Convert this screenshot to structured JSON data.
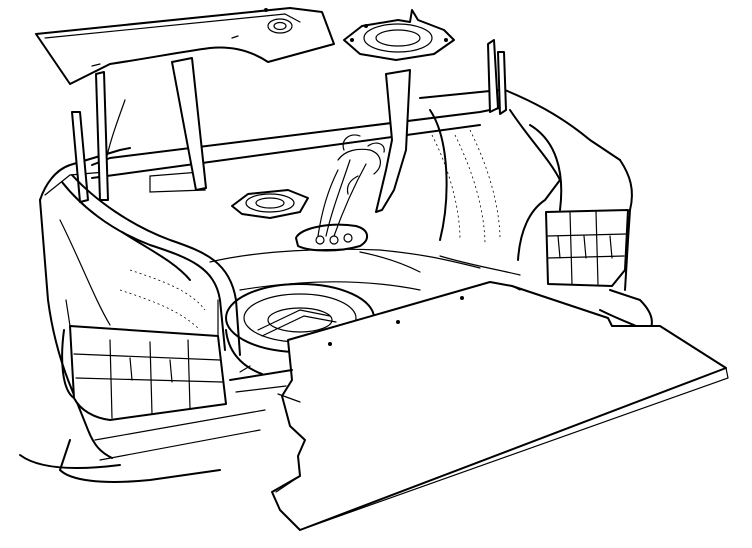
{
  "figure": {
    "caption": "",
    "background": "#ffffff",
    "stroke": "#000000"
  },
  "parts": [
    {
      "id": "rear-shelf-panel",
      "icon": "panel"
    },
    {
      "id": "speaker-cover-right",
      "icon": "speaker"
    },
    {
      "id": "speaker-left",
      "icon": "speaker"
    },
    {
      "id": "fuel-pump-access-cover",
      "icon": "cover"
    },
    {
      "id": "spare-wheel",
      "icon": "wheel"
    },
    {
      "id": "trunk-floor-panel",
      "icon": "panel"
    },
    {
      "id": "tail-light-left",
      "icon": "lamp"
    },
    {
      "id": "tail-light-right",
      "icon": "lamp"
    }
  ]
}
